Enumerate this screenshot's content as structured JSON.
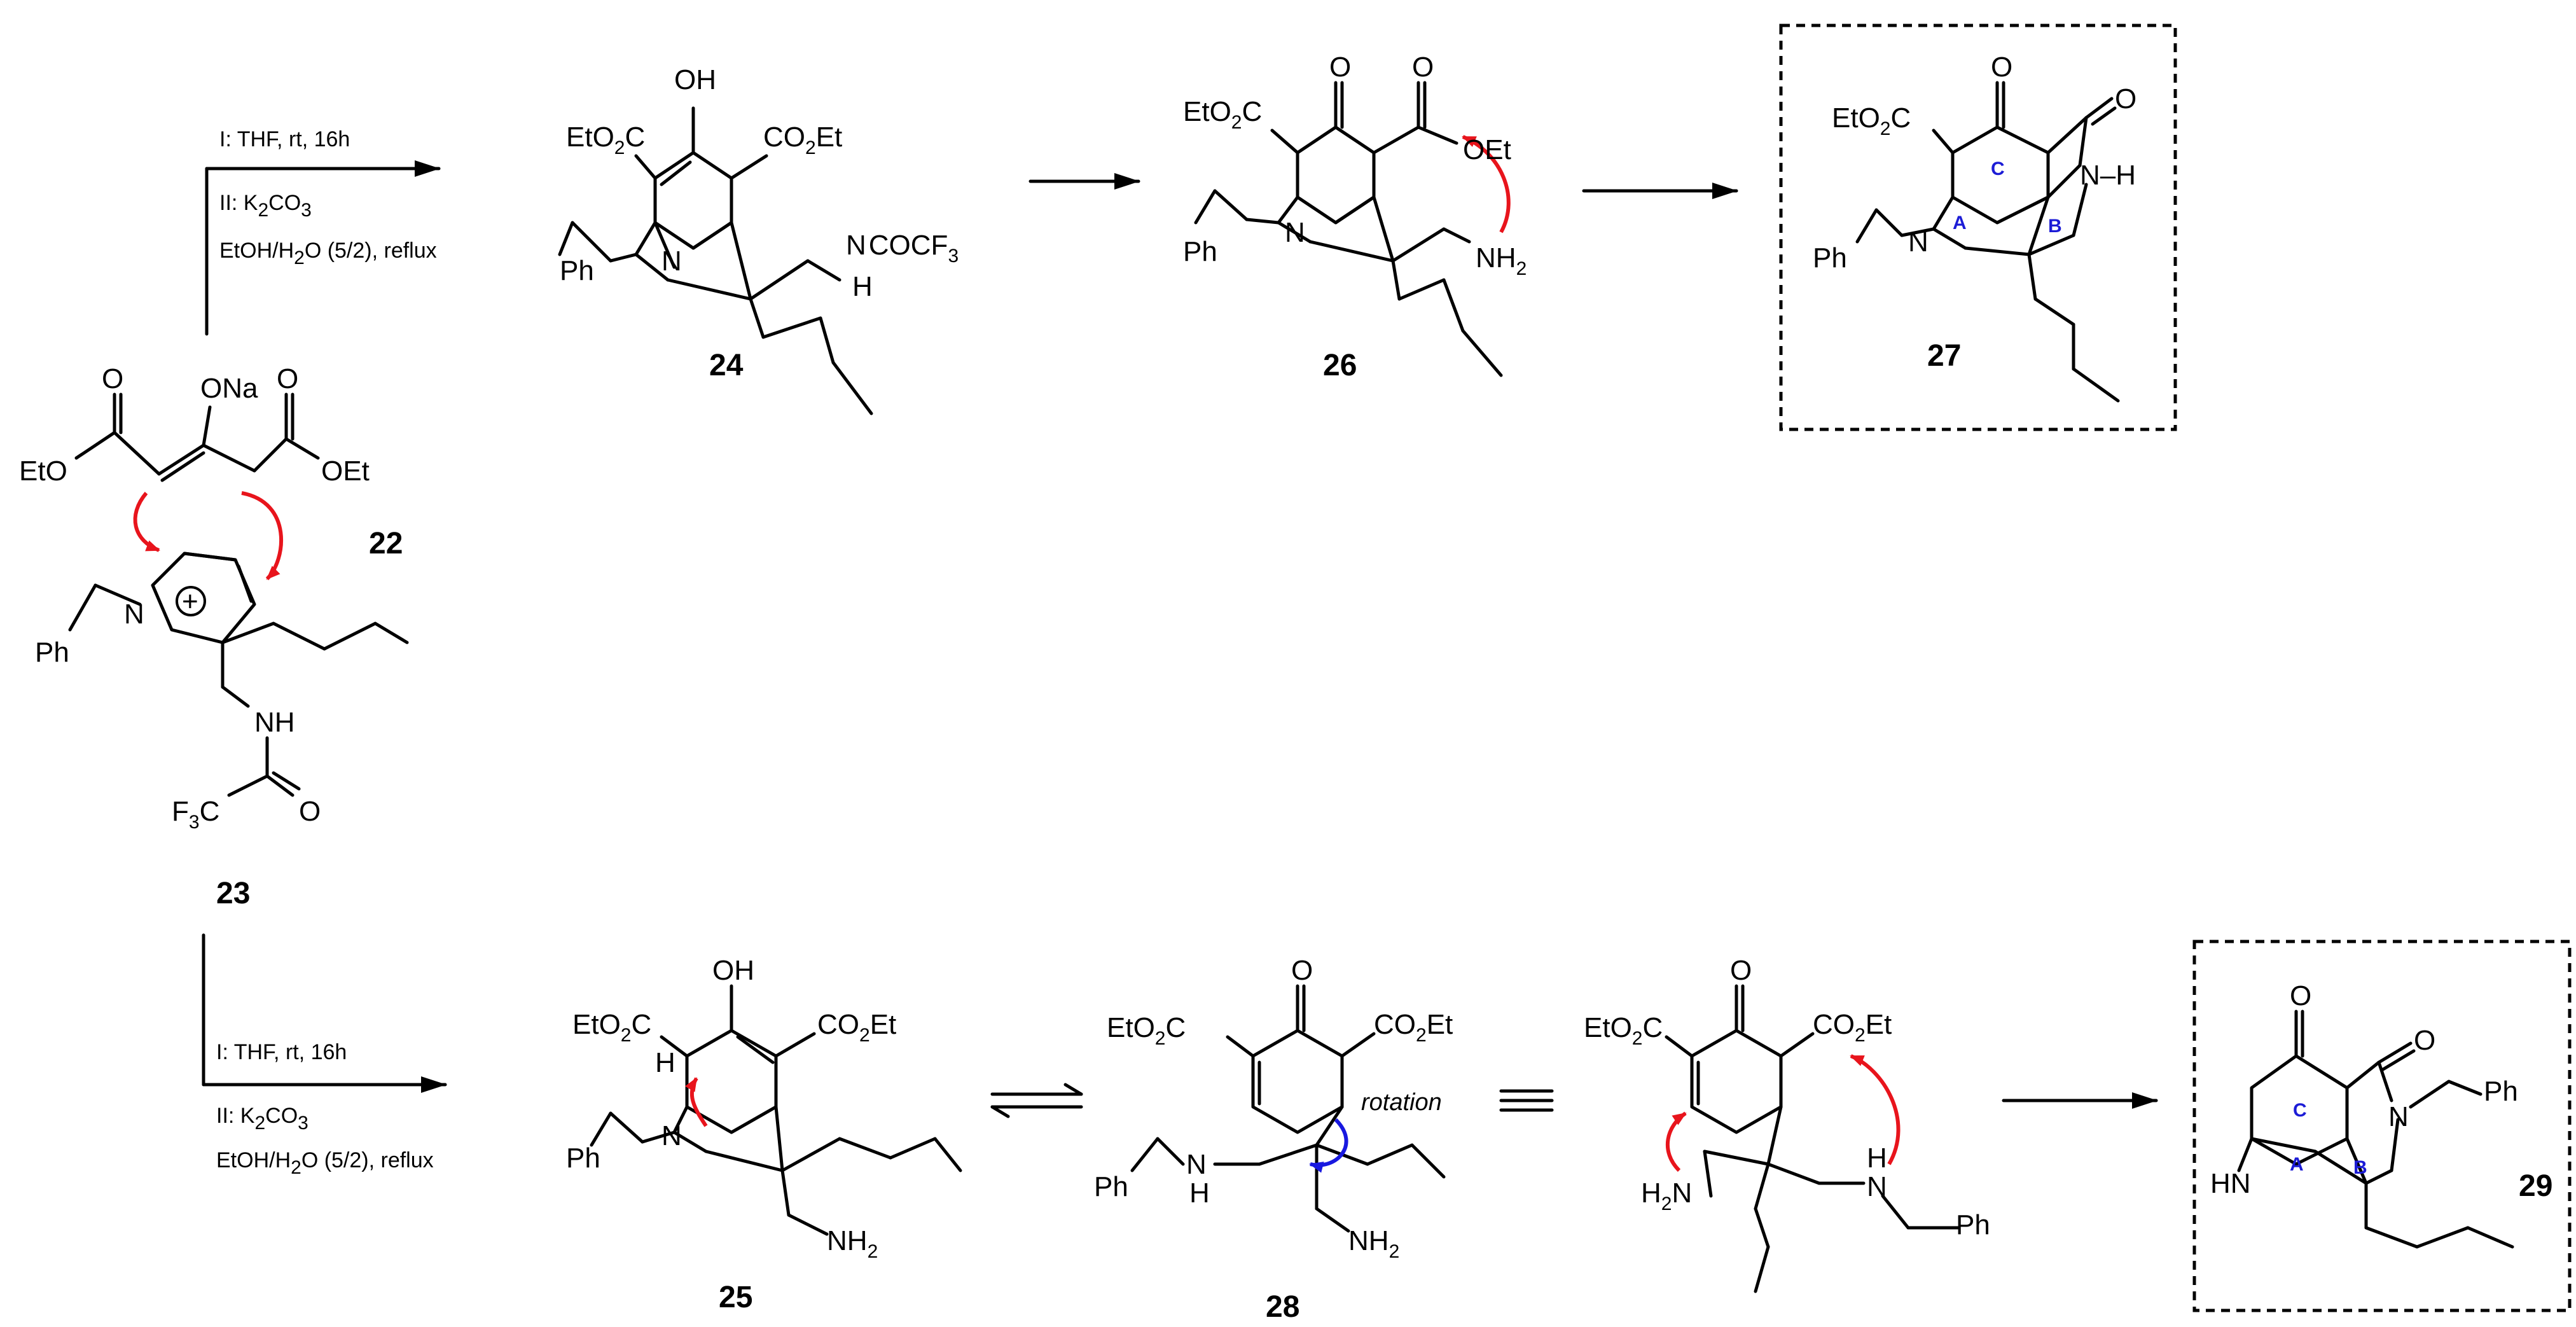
{
  "compounds": {
    "c22": "22",
    "c23": "23",
    "c24": "24",
    "c25": "25",
    "c26": "26",
    "c27": "27",
    "c28": "28",
    "c29": "29"
  },
  "conditions": {
    "top": {
      "step1": "I: THF, rt, 16h",
      "step2_a": "II: K",
      "step2_b": "2",
      "step2_c": "CO",
      "step2_d": "3",
      "step2_e_a": "EtOH/H",
      "step2_e_b": "2",
      "step2_e_c": "O (5/2), reflux"
    },
    "bottom": {
      "step1": "I: THF, rt, 16h",
      "step2_a": "II: K",
      "step2_b": "2",
      "step2_c": "CO",
      "step2_d": "3",
      "step2_e_a": "EtOH/H",
      "step2_e_b": "2",
      "step2_e_c": "O (5/2), reflux"
    }
  },
  "annotations": {
    "rotation": "rotation"
  },
  "rings": {
    "A": "A",
    "B": "B",
    "C": "C"
  },
  "atoms": {
    "OH": "OH",
    "O": "O",
    "ONa": "ONa",
    "N": "N",
    "H": "H",
    "HN": "HN",
    "Ph": "Ph",
    "NH": "NH",
    "NH_H": "N–H",
    "OEt": "OEt",
    "EtO": "EtO",
    "EtO2C_a": "EtO",
    "EtO2C_b": "2",
    "EtO2C_c": "C",
    "CO2Et_a": "CO",
    "CO2Et_b": "2",
    "CO2Et_c": "Et",
    "NH2_a": "NH",
    "NH2_b": "2",
    "H2N_a": "H",
    "H2N_b": "2",
    "H2N_c": "N",
    "COCF3_a": "N",
    "COCF3_b": "COCF",
    "COCF3_c": "3",
    "F3C_a": "F",
    "F3C_b": "3",
    "F3C_c": "C",
    "plus": "+"
  }
}
